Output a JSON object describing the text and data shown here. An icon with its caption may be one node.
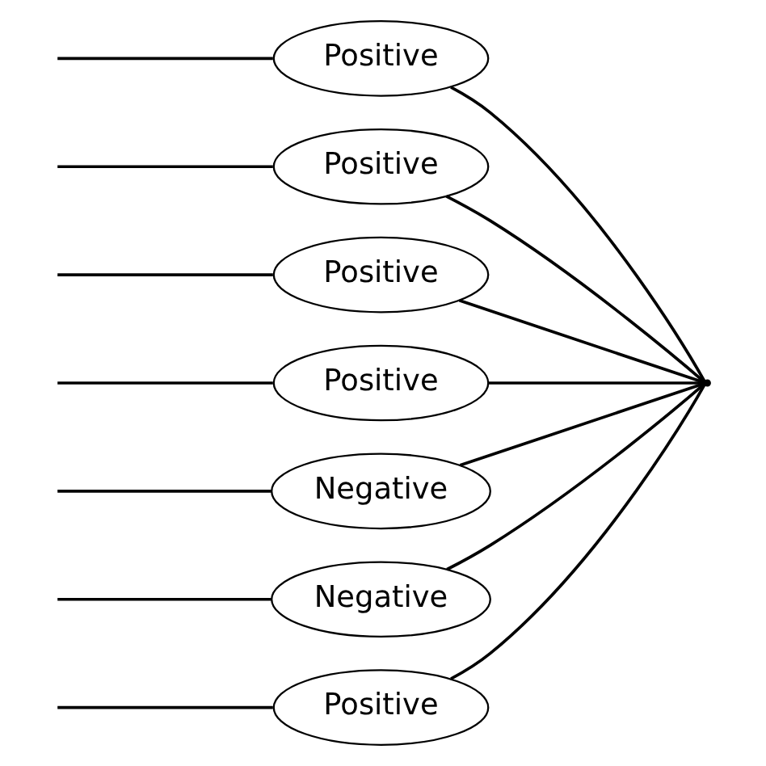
{
  "diagram": {
    "nodes": [
      {
        "text": [
          "Positive"
        ]
      },
      {
        "text": [
          "Positive"
        ]
      },
      {
        "text": [
          "Positive"
        ]
      },
      {
        "text": [
          "Positive"
        ]
      },
      {
        "text": [
          "Positive"
        ]
      },
      {
        "text": [
          "Negative"
        ]
      },
      {
        "text": [
          "Negative"
        ]
      },
      {
        "text": [],
        "shape": "point"
      }
    ],
    "edges": [
      {
        "from": null,
        "to": 0,
        "arrow": "none"
      },
      {
        "from": null,
        "to": 1,
        "arrow": "none"
      },
      {
        "from": null,
        "to": 2,
        "arrow": "none"
      },
      {
        "from": null,
        "to": 3,
        "arrow": "none"
      },
      {
        "from": null,
        "to": 4,
        "arrow": "none"
      },
      {
        "from": null,
        "to": 5,
        "arrow": "none"
      },
      {
        "from": null,
        "to": 6,
        "arrow": "none"
      },
      {
        "from": 0,
        "to": 7,
        "arrow": "none"
      },
      {
        "from": 1,
        "to": 7,
        "arrow": "none"
      },
      {
        "from": 2,
        "to": 7,
        "arrow": "none"
      },
      {
        "from": 3,
        "to": 7,
        "arrow": "none"
      },
      {
        "from": 4,
        "to": 7,
        "arrow": "none"
      },
      {
        "from": 5,
        "to": 7,
        "arrow": "none"
      },
      {
        "from": 6,
        "to": 7,
        "arrow": "none"
      }
    ]
  }
}
